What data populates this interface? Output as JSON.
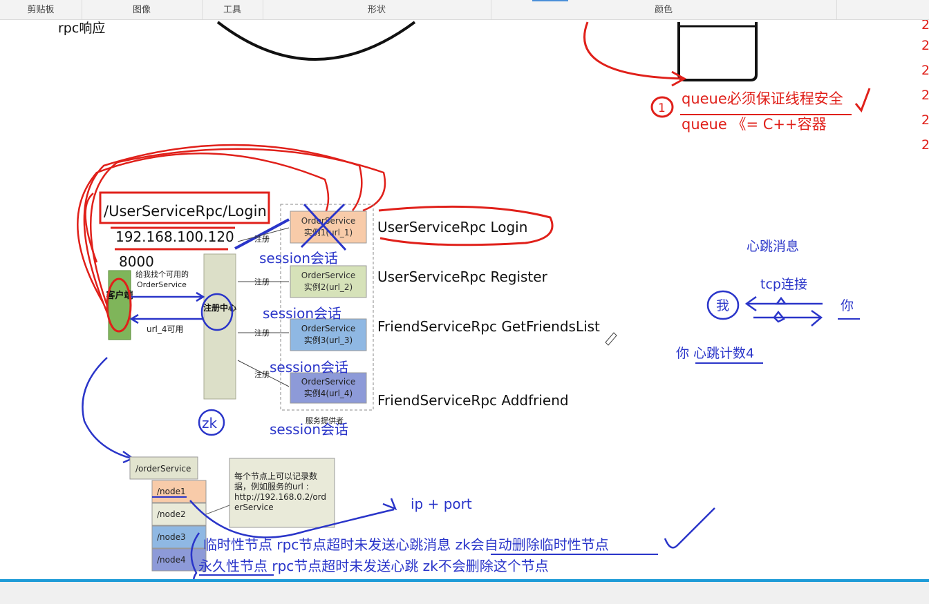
{
  "ribbon": {
    "groups": [
      "剪贴板",
      "图像",
      "工具",
      "形状",
      "颜色"
    ]
  },
  "notes": {
    "rpc_response": "rpc响应",
    "queue_safe": "queue必须保证线程安全",
    "queue_cpp": "queue 《= C++容器",
    "circled_one": "1",
    "right_edge_digits": [
      "2",
      "2",
      "2",
      "2",
      "2",
      "2"
    ]
  },
  "diagram": {
    "login_box_method": "/UserServiceRpc/Login",
    "ip": "192.168.100.120",
    "port": "8000",
    "client_label": "客户端",
    "registry_label": "注册中心",
    "find_provider_text": "给我找个可用的 OrderService",
    "url4_available": "url_4可用",
    "register_label": "注册",
    "instances": [
      {
        "line1": "OrderService",
        "line2": "实例1(url_1)",
        "color": "#f8cba9"
      },
      {
        "line1": "OrderService",
        "line2": "实例2(url_2)",
        "color": "#d6e2b9"
      },
      {
        "line1": "OrderService",
        "line2": "实例3(url_3)",
        "color": "#8fb8e3"
      },
      {
        "line1": "OrderService",
        "line2": "实例4(url_4)",
        "color": "#8d9ad8"
      }
    ],
    "provider_caption": "服务提供者",
    "method_labels": [
      "UserServiceRpc Login",
      "UserServiceRpc Register",
      "FriendServiceRpc GetFriendsList",
      "FriendServiceRpc Addfriend"
    ],
    "session_label": "session会话",
    "zk_label": "zk"
  },
  "tree": {
    "root": "/orderService",
    "nodes": [
      "/node1",
      "/node2",
      "/node3",
      "/node4"
    ],
    "note_lines": [
      "每个节点上可以记录数",
      "据，例如服务的url :",
      "http://192.168.0.2/ord",
      "erService"
    ]
  },
  "handwriting": {
    "ip_port": "ip + port",
    "ephemeral_line": "临时性节点   rpc节点超时未发送心跳消息   zk会自动删除临时性节点",
    "persistent_line": "永久性节点   rpc节点超时未发送心跳   zk不会删除这个节点"
  },
  "heartbeat": {
    "title": "心跳消息",
    "tcp": "tcp连接",
    "me": "我",
    "you": "你",
    "count": "你 心跳计数4"
  },
  "colors": {
    "ink_blue": "#2a35c9",
    "ink_red": "#e0201a",
    "accent": "#1e9bd7"
  }
}
